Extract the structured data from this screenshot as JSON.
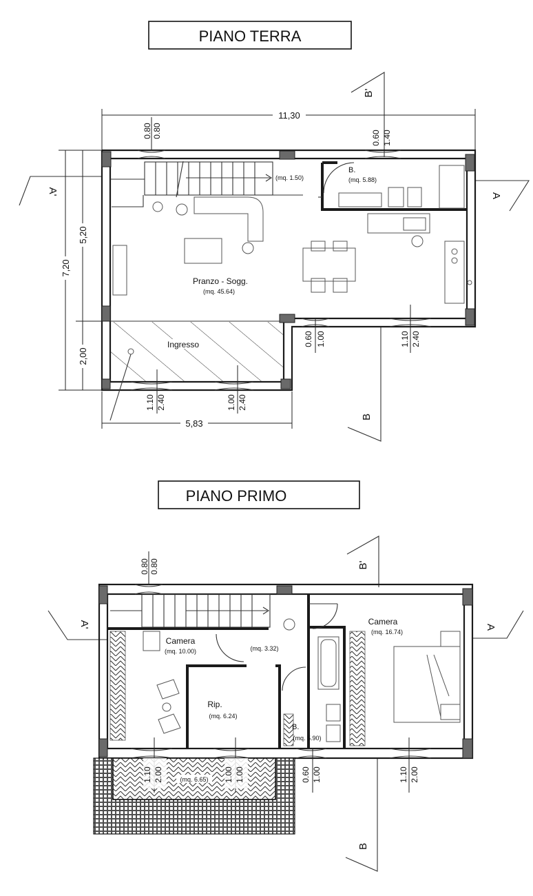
{
  "ground_floor": {
    "title": "PIANO TERRA",
    "section_a": "A",
    "section_a_prime": "A'",
    "section_b": "B",
    "section_b_prime": "B'",
    "dim_total_width": "11,30",
    "dim_bottom_width": "5,83",
    "dim_total_height": "7,20",
    "dim_upper_height": "5,20",
    "dim_lower_height": "2,00",
    "window_top_left": [
      "0.80",
      "0.80"
    ],
    "window_top_right": [
      "0.60",
      "1.40"
    ],
    "window_bottom_mid": [
      "0.60",
      "1.00"
    ],
    "window_bottom_right": [
      "1.10",
      "2.40"
    ],
    "window_entry_left": [
      "1.10",
      "2.40"
    ],
    "window_entry_right": [
      "1.00",
      "2.40"
    ],
    "rooms": {
      "living_name": "Pranzo - Sogg.",
      "living_area": "(mq. 45.64)",
      "stair_area": "(mq. 1.50)",
      "bath_name": "B.",
      "bath_area": "(mq. 5.88)",
      "entry_name": "Ingresso"
    }
  },
  "first_floor": {
    "title": "PIANO PRIMO",
    "section_a": "A",
    "section_a_prime": "A'",
    "section_b": "B",
    "section_b_prime": "B'",
    "window_top_left": [
      "0.80",
      "0.80"
    ],
    "window_bottom_left": [
      "1.10",
      "2.00"
    ],
    "window_bottom_mid": [
      "1.00",
      "1.00"
    ],
    "window_bottom_bath": [
      "0.60",
      "1.00"
    ],
    "window_bottom_right": [
      "1.10",
      "2.00"
    ],
    "rooms": {
      "camera1_name": "Camera",
      "camera1_area": "(mq. 10.00)",
      "hall_area": "(mq. 3.32)",
      "camera2_name": "Camera",
      "camera2_area": "(mq. 16.74)",
      "rip_name": "Rip.",
      "rip_area": "(mq. 6.24)",
      "bath_name": "B.",
      "bath_area": "(mq. 5.90)",
      "terrace_area": "(mq. 6.65)"
    }
  }
}
